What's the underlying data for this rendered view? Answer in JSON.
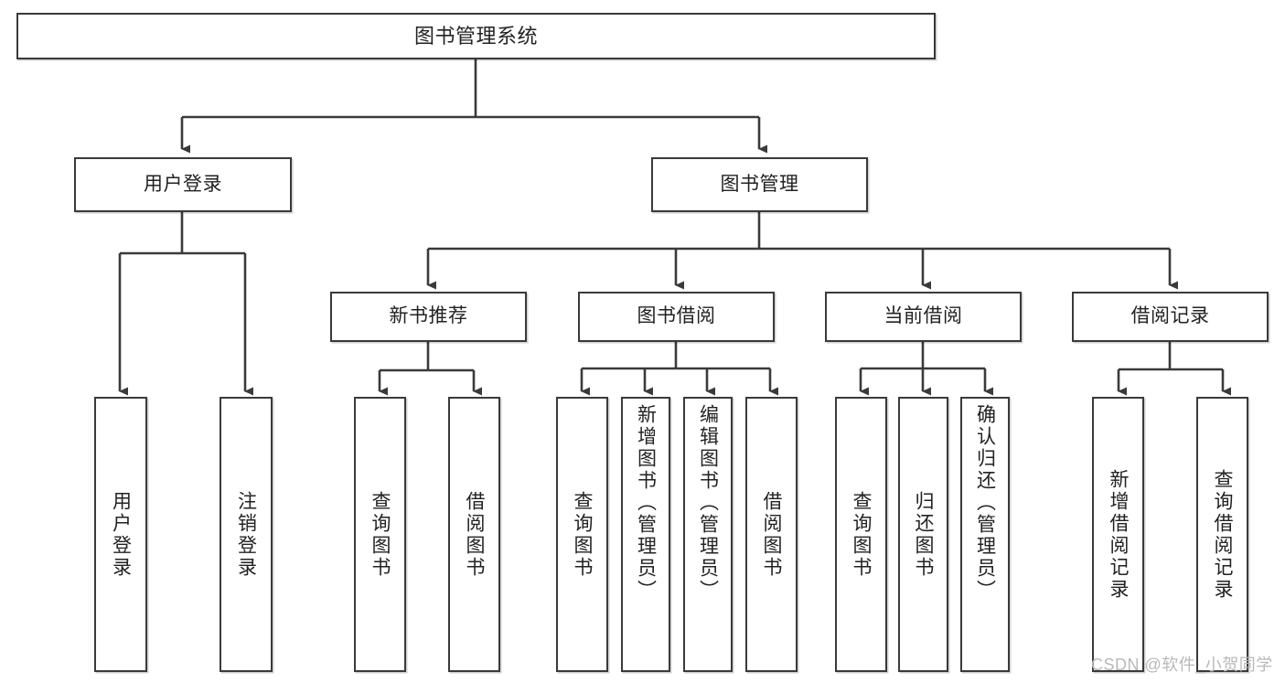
{
  "diagram": {
    "title": "图书管理系统",
    "type": "tree-hierarchy-diagram",
    "colors": {
      "background": "#ffffff",
      "box_border": "#3a3a3a",
      "box_fill": "#ffffff",
      "connector": "#3a3a3a",
      "text": "#222222",
      "watermark": "#b9b9b9"
    },
    "root": {
      "label": "图书管理系统"
    },
    "level1": [
      {
        "id": "user-login",
        "label": "用户登录"
      },
      {
        "id": "book-management",
        "label": "图书管理"
      }
    ],
    "level2": [
      {
        "id": "new-book-recommend",
        "label": "新书推荐",
        "parent": "book-management"
      },
      {
        "id": "book-borrow",
        "label": "图书借阅",
        "parent": "book-management"
      },
      {
        "id": "current-borrow",
        "label": "当前借阅",
        "parent": "book-management"
      },
      {
        "id": "borrow-record",
        "label": "借阅记录",
        "parent": "book-management"
      }
    ],
    "leaves": [
      {
        "id": "leaf-user-login",
        "label": "用户登录",
        "parent": "user-login"
      },
      {
        "id": "leaf-user-logout",
        "label": "注销登录",
        "parent": "user-login"
      },
      {
        "id": "leaf-query-book-1",
        "label": "查询图书",
        "parent": "new-book-recommend"
      },
      {
        "id": "leaf-borrow-book-1",
        "label": "借阅图书",
        "parent": "new-book-recommend"
      },
      {
        "id": "leaf-query-book-2",
        "label": "查询图书",
        "parent": "book-borrow"
      },
      {
        "id": "leaf-add-book",
        "label": "新增图书（管理员）",
        "parent": "book-borrow"
      },
      {
        "id": "leaf-edit-book",
        "label": "编辑图书（管理员）",
        "parent": "book-borrow"
      },
      {
        "id": "leaf-borrow-book-2",
        "label": "借阅图书",
        "parent": "book-borrow"
      },
      {
        "id": "leaf-query-book-3",
        "label": "查询图书",
        "parent": "current-borrow"
      },
      {
        "id": "leaf-return-book",
        "label": "归还图书",
        "parent": "current-borrow"
      },
      {
        "id": "leaf-confirm-return",
        "label": "确认归还（管理员）",
        "parent": "current-borrow"
      },
      {
        "id": "leaf-add-record",
        "label": "新增借阅记录",
        "parent": "borrow-record"
      },
      {
        "id": "leaf-query-record",
        "label": "查询借阅记录",
        "parent": "borrow-record"
      }
    ],
    "watermark": "CSDN @软件_小贺同学"
  }
}
